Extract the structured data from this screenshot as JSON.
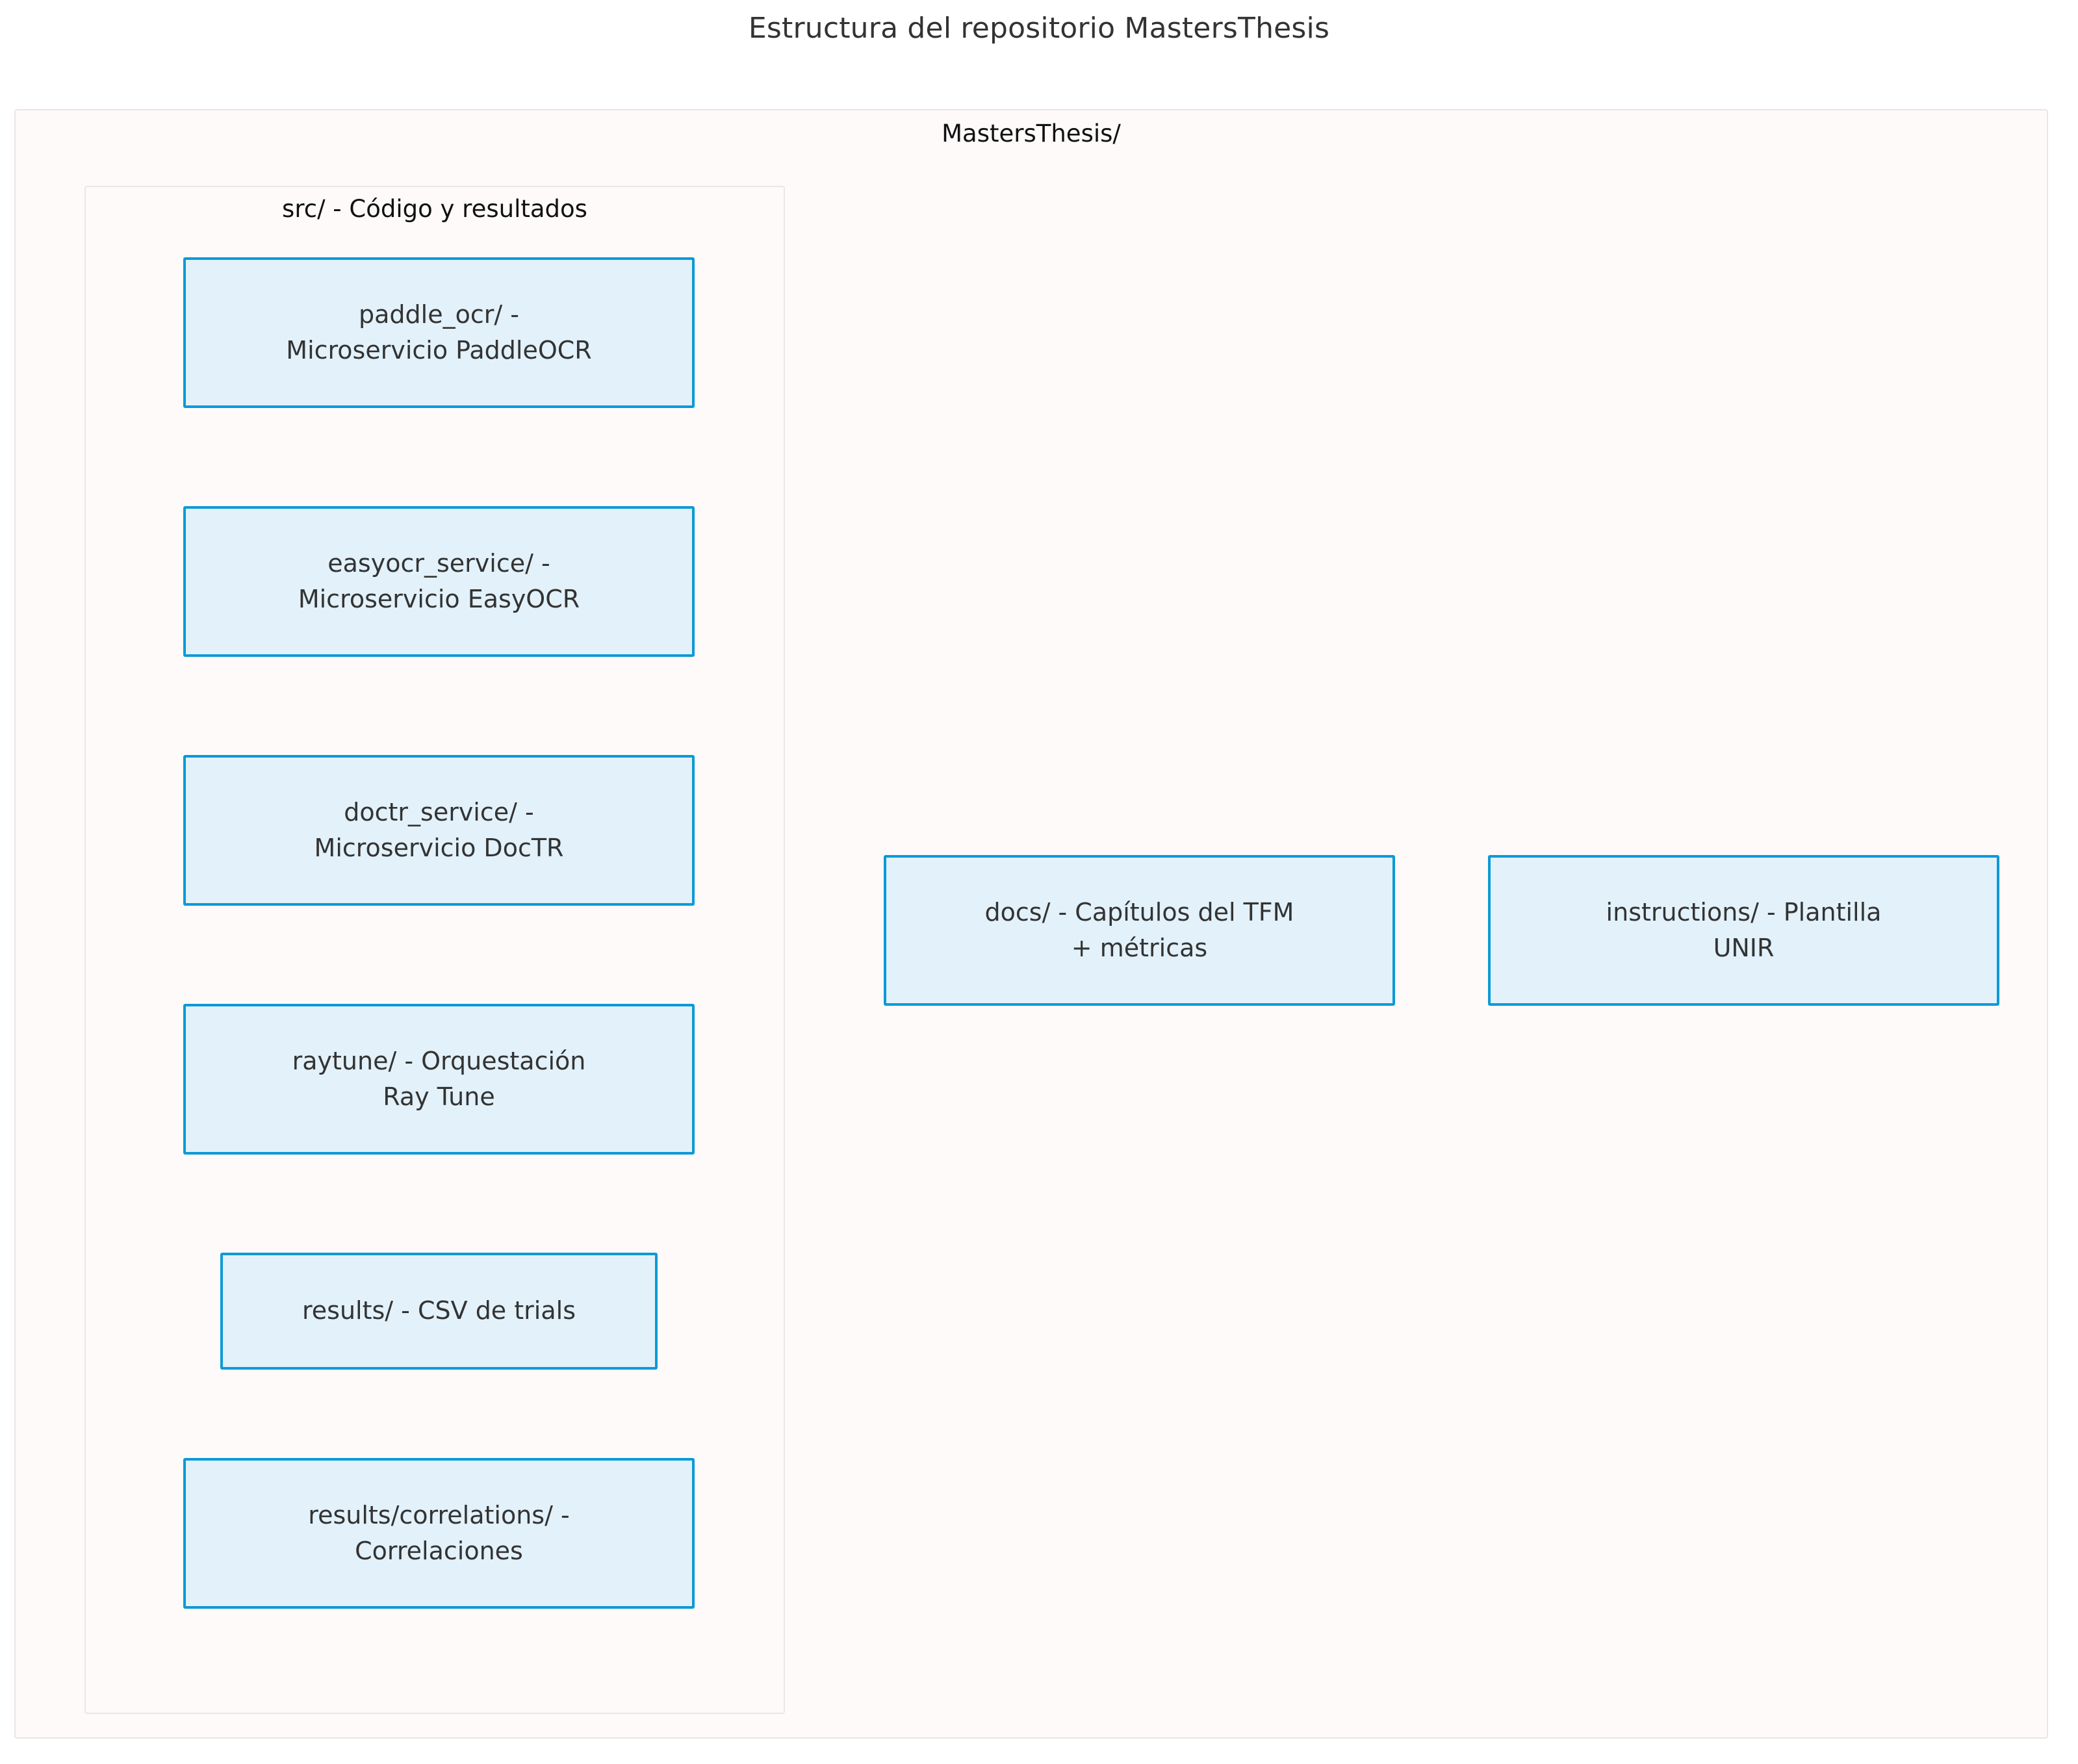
{
  "title": "Estructura del repositorio MastersThesis",
  "colors": {
    "node_fill": "#e2f1fa",
    "node_border": "#0b9ad6",
    "node_text": "#333333",
    "container_fill": "#fdfaf9",
    "container_border": "#ece6e4",
    "title_text": "#333333",
    "page_background": "#ffffff"
  },
  "diagram": {
    "type": "flowchart",
    "outer_container": {
      "label": "MastersThesis/"
    },
    "src_container": {
      "label": "src/ - Código y resultados",
      "nodes": [
        {
          "id": "paddle_ocr",
          "label": "paddle_ocr/ -\nMicroservicio PaddleOCR"
        },
        {
          "id": "easyocr_service",
          "label": "easyocr_service/ -\nMicroservicio EasyOCR"
        },
        {
          "id": "doctr_service",
          "label": "doctr_service/ -\nMicroservicio DocTR"
        },
        {
          "id": "raytune",
          "label": "raytune/ - Orquestación\nRay Tune"
        },
        {
          "id": "results",
          "label": "results/ - CSV de trials"
        },
        {
          "id": "results_correlations",
          "label": "results/correlations/ -\nCorrelaciones"
        }
      ]
    },
    "root_nodes": [
      {
        "id": "docs",
        "label": "docs/ - Capítulos del TFM\n+ métricas"
      },
      {
        "id": "instructions",
        "label": "instructions/ - Plantilla\nUNIR"
      }
    ]
  }
}
